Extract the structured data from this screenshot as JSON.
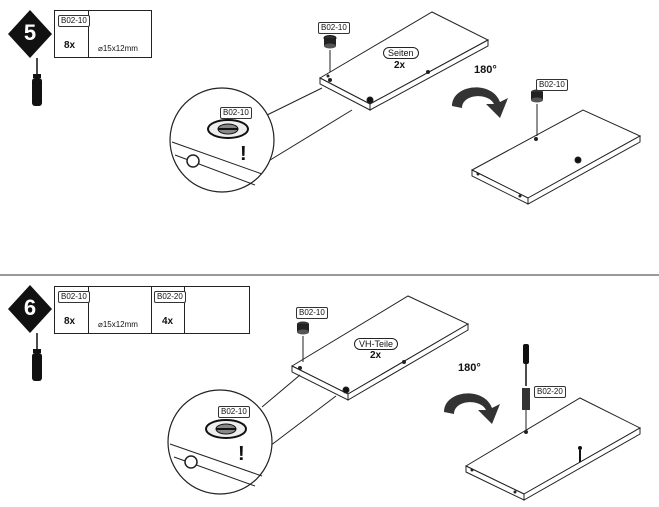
{
  "step5": {
    "number": "5",
    "parts": [
      {
        "code": "B02-10",
        "qty": "8x",
        "size": "⌀15x12mm"
      }
    ],
    "board_label": "Seiten",
    "board_qty": "2x",
    "board_tag": "B02-10",
    "rotation": "180°",
    "rotated_tag": "B02-10",
    "zoom_tag": "B02-10",
    "warning": "!"
  },
  "step6": {
    "number": "6",
    "parts": [
      {
        "code": "B02-10",
        "qty": "8x",
        "size": "⌀15x12mm"
      },
      {
        "code": "B02-20",
        "qty": "4x"
      }
    ],
    "board_label": "VH-Teile",
    "board_qty": "2x",
    "board_tag": "B02-10",
    "rotation": "180°",
    "rotated_tag": "B02-20",
    "zoom_tag": "B02-10",
    "warning": "!"
  }
}
